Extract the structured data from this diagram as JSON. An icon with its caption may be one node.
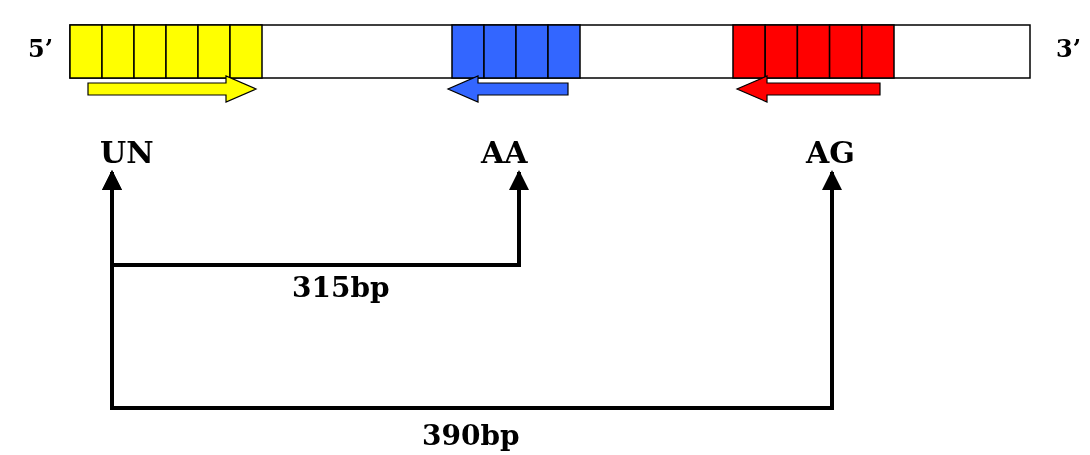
{
  "diagram": {
    "nodes": [
      {
        "text": [
          "UN"
        ]
      },
      {
        "text": [
          "AA"
        ]
      },
      {
        "text": [
          "AG"
        ]
      }
    ],
    "edges": [
      {
        "from": 0,
        "to": 1,
        "arrow": "both",
        "label": "315bp"
      },
      {
        "from": 0,
        "to": 2,
        "arrow": "both",
        "label": "390bp"
      }
    ],
    "labels": [
      "5’",
      "3’"
    ]
  }
}
